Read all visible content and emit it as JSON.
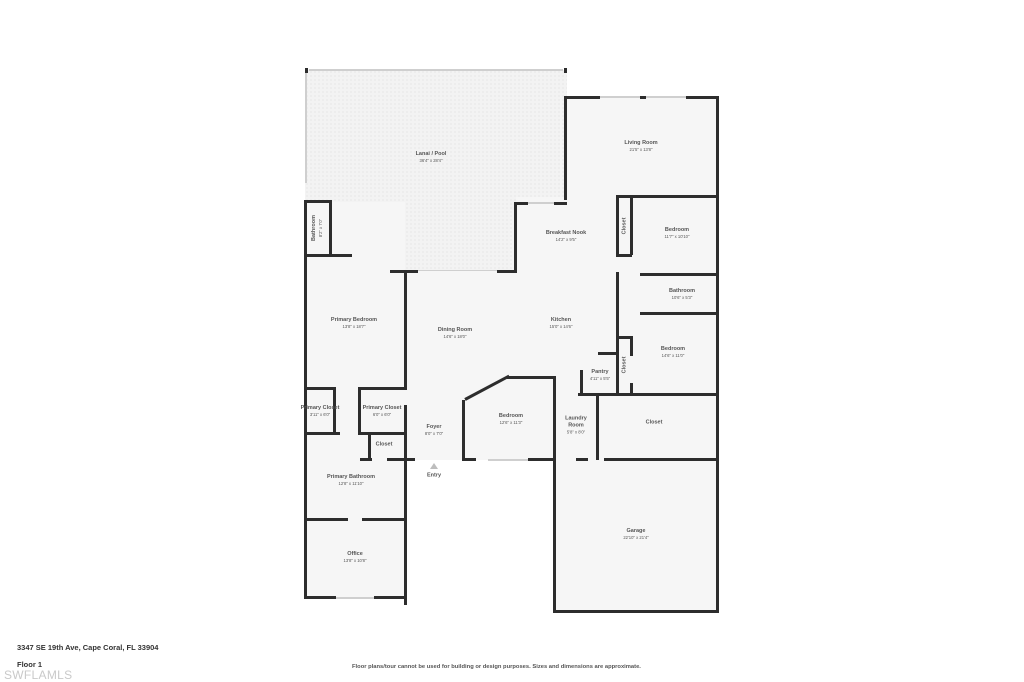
{
  "plan": {
    "address": "3347 SE 19th Ave, Cape Coral, FL 33904",
    "floor": "Floor 1",
    "watermark": "SWFLAMLS",
    "disclaimer": "Floor plans/tour cannot be used for building or design purposes. Sizes and dimensions are approximate.",
    "entry_label": "Entry"
  },
  "rooms": {
    "lanai": {
      "name": "Lanai / Pool",
      "dims": "36'4\" x 28'4\""
    },
    "living": {
      "name": "Living Room",
      "dims": "21'5\" x 13'8\""
    },
    "breakfast": {
      "name": "Breakfast Nook",
      "dims": "14'2\" x 9'5\""
    },
    "bedroom_ne": {
      "name": "Bedroom",
      "dims": "11'7\" x 10'10\""
    },
    "closet_ne": {
      "name": "Closet"
    },
    "bathroom_e": {
      "name": "Bathroom",
      "dims": "10'6\" x 5'3\""
    },
    "bedroom_e": {
      "name": "Bedroom",
      "dims": "14'6\" x 11'0\""
    },
    "closet_e": {
      "name": "Closet"
    },
    "kitchen": {
      "name": "Kitchen",
      "dims": "15'0\" x 14'6\""
    },
    "pantry": {
      "name": "Pantry",
      "dims": "4'11\" x 5'5\""
    },
    "bathroom_w": {
      "name": "Bathroom",
      "dims": "8'2\" x 7'0\""
    },
    "primary_bedroom": {
      "name": "Primary Bedroom",
      "dims": "13'8\" x 18'7\""
    },
    "dining": {
      "name": "Dining Room",
      "dims": "14'6\" x 18'0\""
    },
    "primary_closet_1": {
      "name": "Primary Closet",
      "dims": "3'11\" x 6'0\""
    },
    "primary_closet_2": {
      "name": "Primary Closet",
      "dims": "6'0\" x 6'0\""
    },
    "closet_w": {
      "name": "Closet"
    },
    "foyer": {
      "name": "Foyer",
      "dims": "8'0\" x 7'0\""
    },
    "bedroom_s": {
      "name": "Bedroom",
      "dims": "12'6\" x 11'3\""
    },
    "laundry": {
      "name": "Laundry Room",
      "dims": "5'8\" x 8'0\""
    },
    "closet_s": {
      "name": "Closet"
    },
    "primary_bathroom": {
      "name": "Primary Bathroom",
      "dims": "12'8\" x 11'10\""
    },
    "office": {
      "name": "Office",
      "dims": "13'8\" x 10'8\""
    },
    "garage": {
      "name": "Garage",
      "dims": "22'10\" x 21'4\""
    }
  },
  "colors": {
    "wall": "#2d2d2d",
    "floor": "#f6f6f6",
    "window": "#cfcfcf",
    "label": "#555555"
  }
}
